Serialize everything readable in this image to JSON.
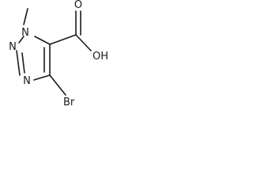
{
  "molecule": {
    "atoms": {
      "n1": "N",
      "n2": "N",
      "n3": "N",
      "oh": "OH",
      "o": "O",
      "br": "Br"
    }
  }
}
